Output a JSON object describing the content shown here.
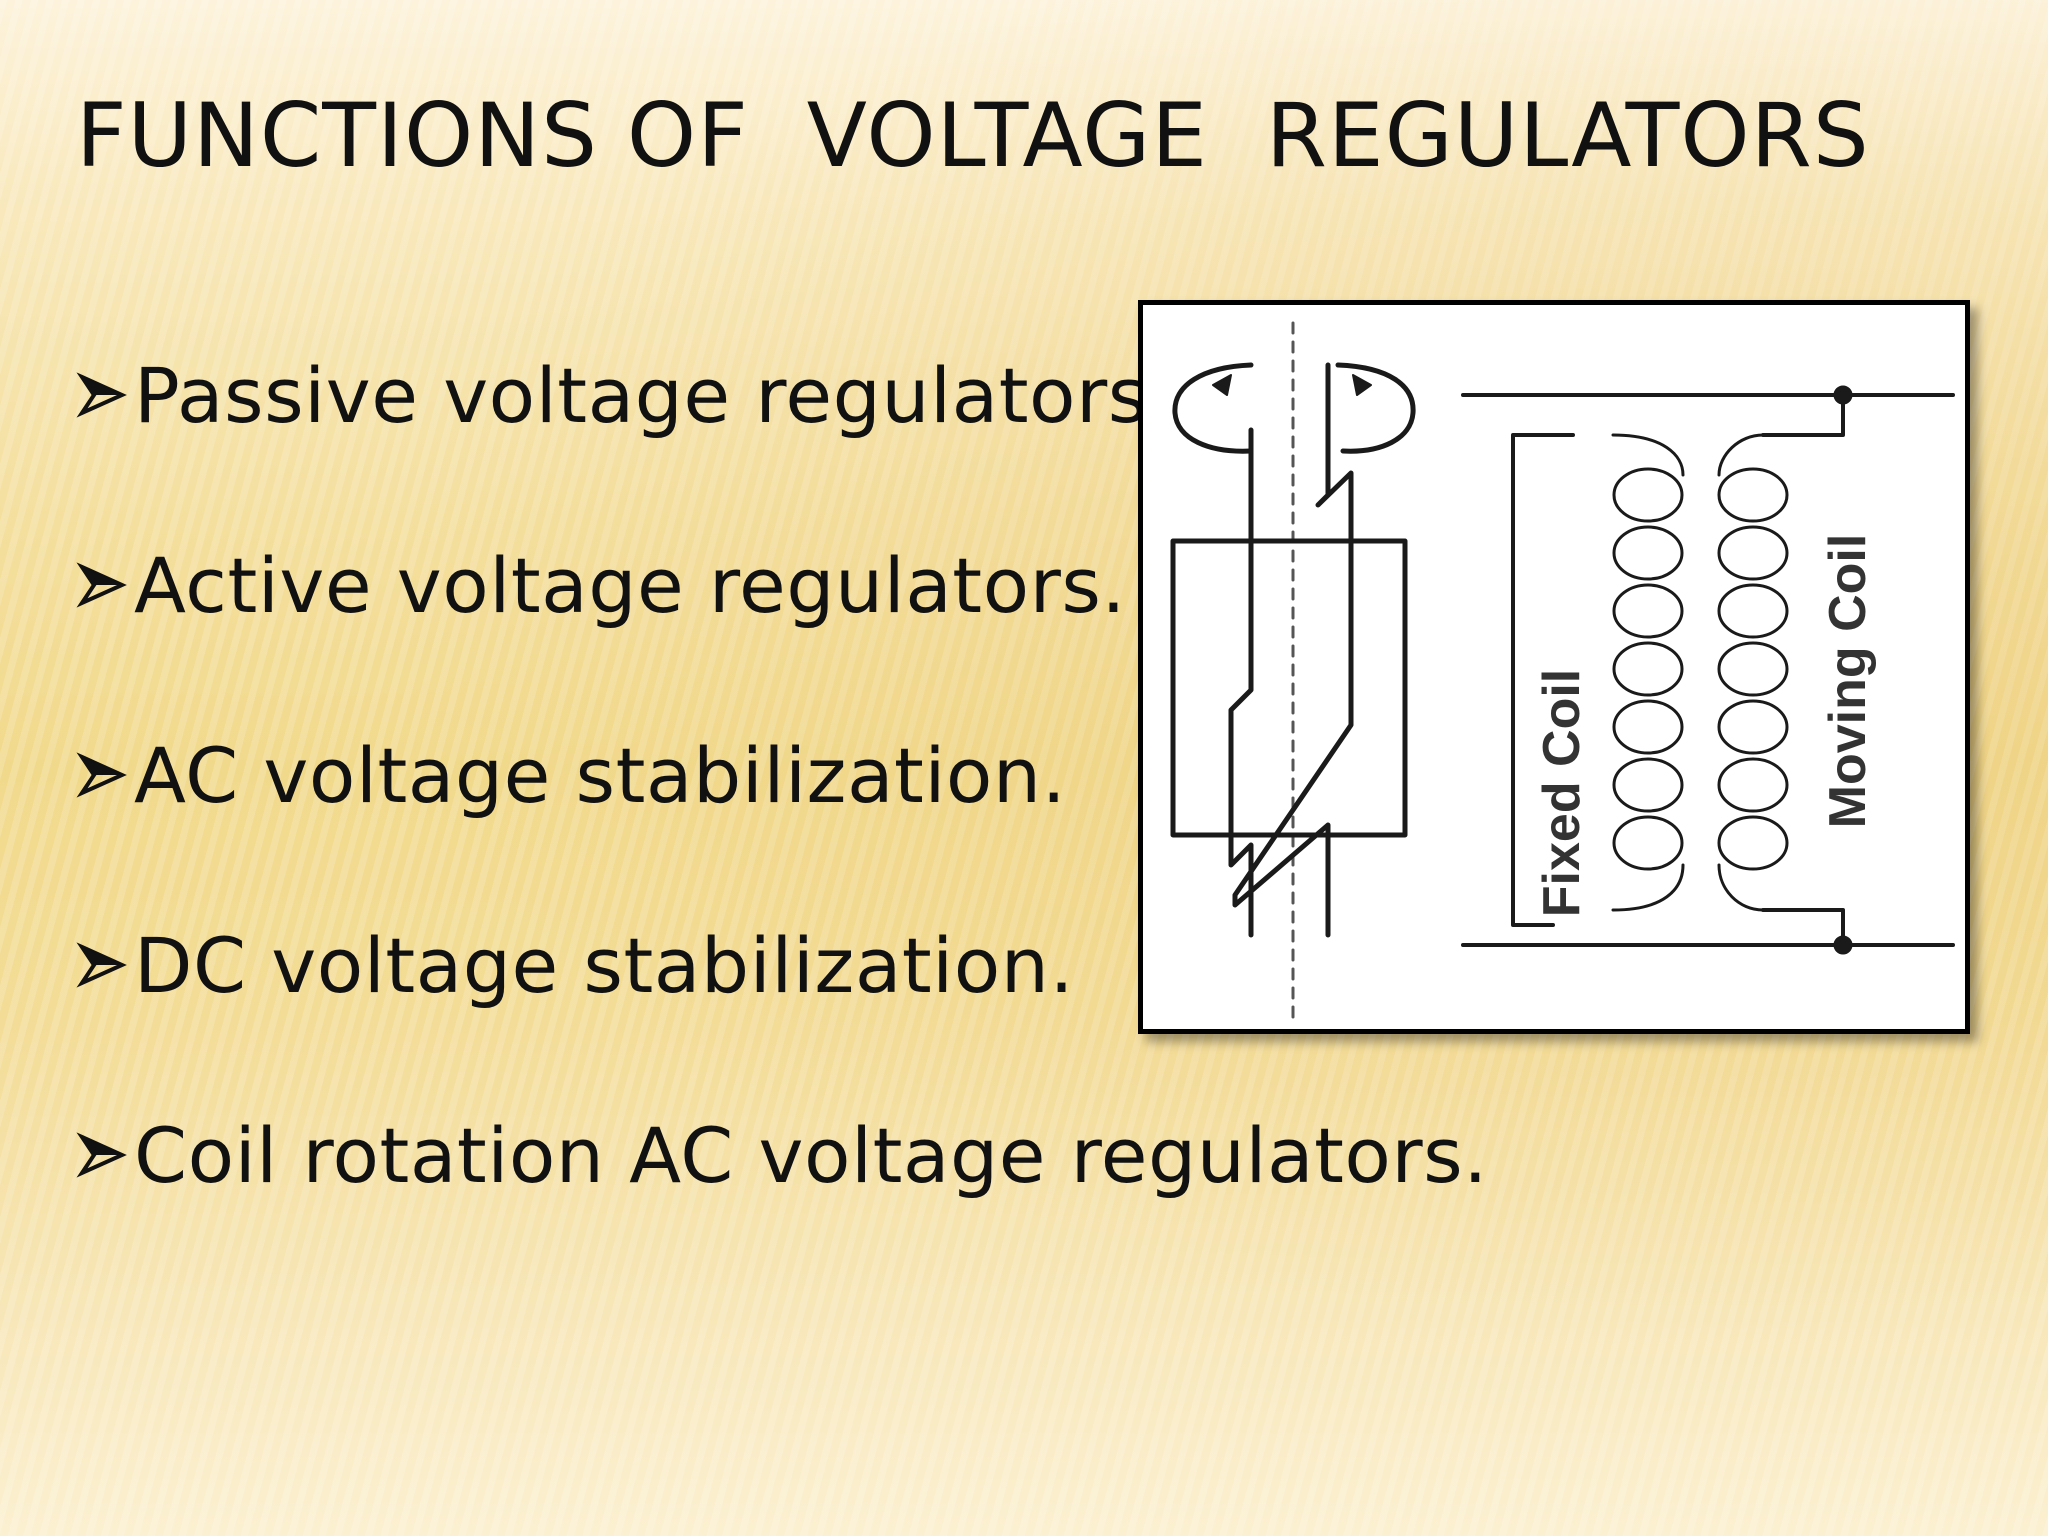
{
  "slide": {
    "title": "FUNCTIONS OF  VOLTAGE  REGULATORS",
    "bullets": [
      {
        "text": "Passive voltage regulators.",
        "icon": "arrowhead-bullet-icon"
      },
      {
        "text": "Active voltage regulators.",
        "icon": "arrowhead-bullet-icon"
      },
      {
        "text": "AC voltage stabilization.",
        "icon": "arrowhead-bullet-icon"
      },
      {
        "text": "DC voltage stabilization.",
        "icon": "arrowhead-bullet-icon"
      },
      {
        "text": "Coil rotation AC voltage regulators.",
        "icon": "arrowhead-bullet-icon"
      }
    ]
  },
  "diagram": {
    "fixed_coil_label": "Fixed Coil",
    "moving_coil_label": "Moving Coil"
  },
  "colors": {
    "background": "#f4df9e",
    "text": "#111111",
    "frame_border": "#000000"
  }
}
